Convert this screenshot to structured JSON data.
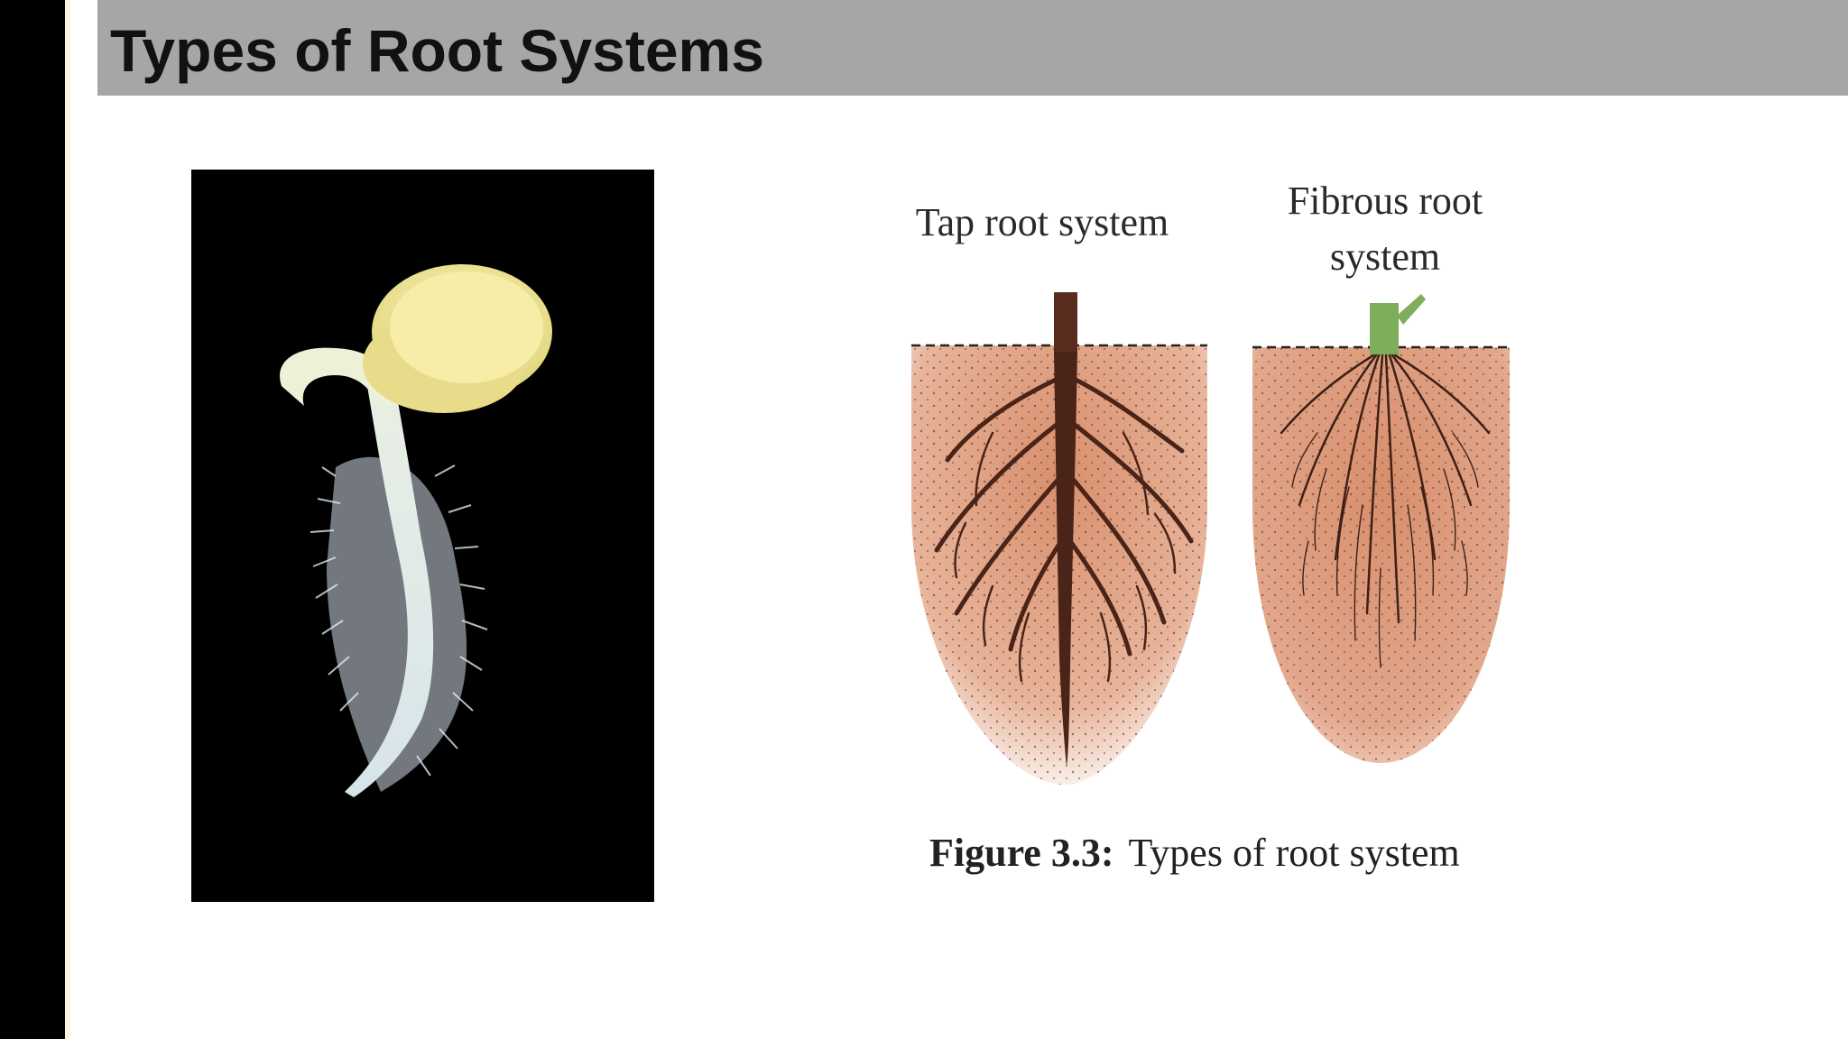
{
  "slide": {
    "title": "Types of Root Systems"
  },
  "figure": {
    "tap_label": "Tap root system",
    "fibrous_label_line1": "Fibrous root",
    "fibrous_label_line2": "system",
    "caption_number": "Figure 3.3:",
    "caption_text": "Types of root system"
  },
  "icons": {
    "seedling_photo": "seedling-photo",
    "tap_root_drawing": "tap-root-illustration",
    "fibrous_root_drawing": "fibrous-root-illustration"
  },
  "colors": {
    "title_band": "#a6a6a6",
    "left_bar": "#000000",
    "soil": "#d99a7c",
    "root": "#4a2418",
    "stem_green": "#7fae5a"
  }
}
